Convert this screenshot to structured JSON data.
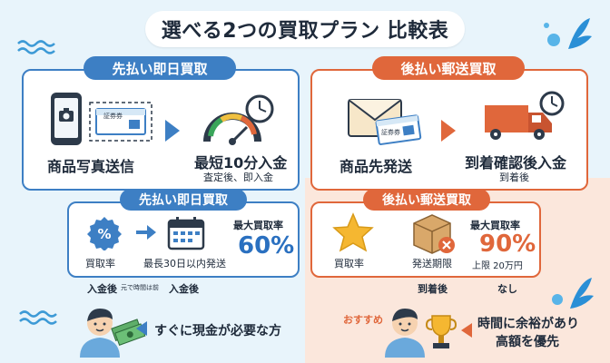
{
  "title": "選べる2つの買取プラン 比較表",
  "left": {
    "header": "先払い即日買取",
    "step1_label": "商品写真送信",
    "step2_label": "最短10分入金",
    "step2_sub": "査定後、即入金",
    "coupon_text": "証券券",
    "sub_header": "先払い即日買取",
    "rate_label": "買取率",
    "ship_label": "最長30日以内発送",
    "max_rate_label": "最大買取率",
    "max_rate_value": "60%",
    "footer_left": "入金後",
    "footer_small": "元で時間は前",
    "footer_right": "入金後",
    "recommend": "すぐに現金が必要な方"
  },
  "right": {
    "header": "後払い郵送買取",
    "step1_label": "商品先発送",
    "step2_label": "到着確認後入金",
    "step2_sub": "到着後",
    "coupon_text": "証券券",
    "sub_header": "後払い郵送買取",
    "rate_label": "買取率",
    "ship_label": "発送期限",
    "max_rate_label": "最大買取率",
    "max_rate_value": "90%",
    "max_rate_sub": "上限 20万円",
    "footer_left": "到着後",
    "footer_right": "なし",
    "badge": "おすすめ",
    "recommend_line1": "時間に余裕があり",
    "recommend_line2": "高額を優先"
  },
  "colors": {
    "blue": "#3d7fc4",
    "orange": "#e0673b",
    "blue_text": "#2a70c0",
    "orange_text": "#e0673b"
  }
}
